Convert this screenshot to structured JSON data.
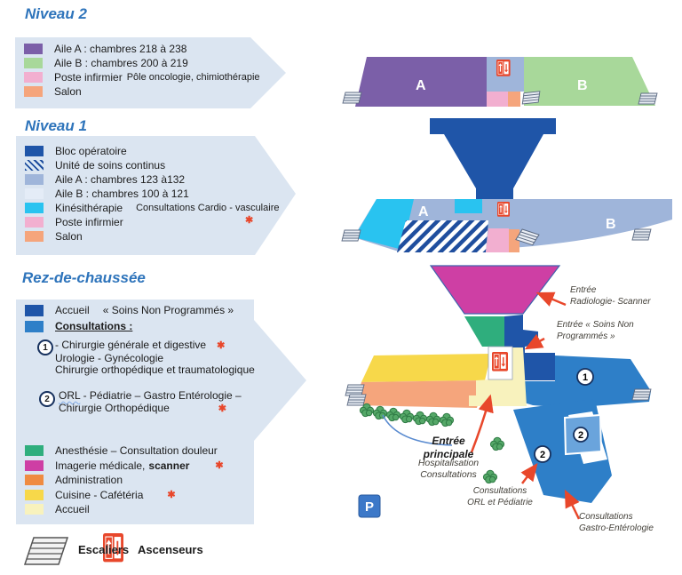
{
  "colors": {
    "legend_bg": "#dbe5f1",
    "header_blue": "#2e74bb",
    "purple": "#7b5fa8",
    "light_green": "#a8d89a",
    "pink": "#f2afd0",
    "salmon": "#f5a57c",
    "dark_blue": "#1f55a8",
    "steel_blue": "#9fb5da",
    "cyan": "#29c3f0",
    "consult_blue": "#2e7fc8",
    "consult_blue_light": "#6aa4dc",
    "magenta": "#ce3fa4",
    "teal_green": "#2fae7d",
    "orange": "#ef8b41",
    "yellow": "#f7d84a",
    "pale_yellow": "#f8f2bd",
    "red": "#e8472b",
    "aile_b_swatch": "#e4ecf7",
    "tree_green": "#55a868",
    "parking_blue": "#3c78c8"
  },
  "niveau2": {
    "title": "Niveau 2",
    "items": [
      {
        "label": "Aile A : chambres 218 à 238"
      },
      {
        "label": "Aile B : chambres 200 à 219"
      },
      {
        "label": "Poste infirmier",
        "label2": "Pôle oncologie, chimiothérapie"
      },
      {
        "label": "Salon"
      }
    ]
  },
  "niveau1": {
    "title": "Niveau 1",
    "items": [
      {
        "label": "Bloc opératoire"
      },
      {
        "label": "Unité de soins continus"
      },
      {
        "label": "Aile A : chambres 123 à132"
      },
      {
        "label": "Aile B : chambres 100 à 121"
      },
      {
        "label": "Kinésithérapie",
        "label2": "Consultations Cardio - vasculaire"
      },
      {
        "label": "Poste infirmier"
      },
      {
        "label": "Salon"
      }
    ]
  },
  "rdc": {
    "title": "Rez-de-chaussée",
    "accueil_label": "Accueil",
    "accueil_note": "« Soins Non Programmés »",
    "consultations_label": "Consultations :",
    "zone1_lines": {
      "l1": "- Chirurgie générale et digestive",
      "l2": "Urologie - Gynécologie",
      "l3": "Chirurgie orthopédique et traumatologique"
    },
    "zone2_lines": {
      "l1a": "ORL",
      "l1b": " - Pédiatrie – Gastro Entérologie –",
      "l2": "Chirurgie Orthopédique"
    },
    "items": [
      {
        "label": "Anesthésie – Consultation douleur"
      },
      {
        "label": "Imagerie médicale,",
        "label_bold": "scanner"
      },
      {
        "label": "Administration"
      },
      {
        "label": "Cuisine - Cafétéria"
      },
      {
        "label": "Accueil"
      }
    ]
  },
  "plans": {
    "wing_a": "A",
    "wing_b": "B"
  },
  "annotations": {
    "radiologie": "Entrée\nRadiologie- Scanner",
    "soins": "Entrée « Soins Non\nProgrammés »",
    "entree_main": "Entrée\nprincipale",
    "entree_sub": "Hospitalisation\nConsultations",
    "orl": "Consultations\nORL et Pédiatrie",
    "gastro": "Consultations\nGastro-Entérologie"
  },
  "symbols": {
    "asterisk": "✱",
    "parking": "P",
    "zone1": "1",
    "zone2": "2"
  },
  "footer": {
    "escaliers": "Escaliers",
    "ascenseurs": "Ascenseurs"
  }
}
